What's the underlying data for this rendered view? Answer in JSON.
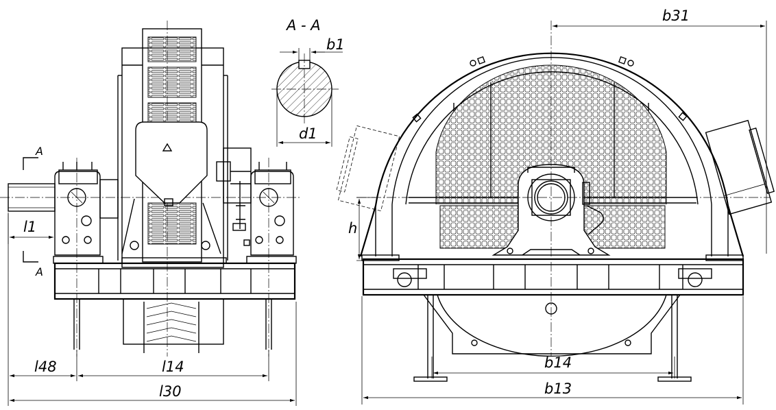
{
  "section": {
    "title": "A - A",
    "marker": "A"
  },
  "dims": {
    "b1": "b1",
    "d1": "d1",
    "l1": "l1",
    "h": "h",
    "l48": "l48",
    "l14": "l14",
    "l30": "l30",
    "b31": "b31",
    "b14": "b14",
    "b13": "b13"
  }
}
